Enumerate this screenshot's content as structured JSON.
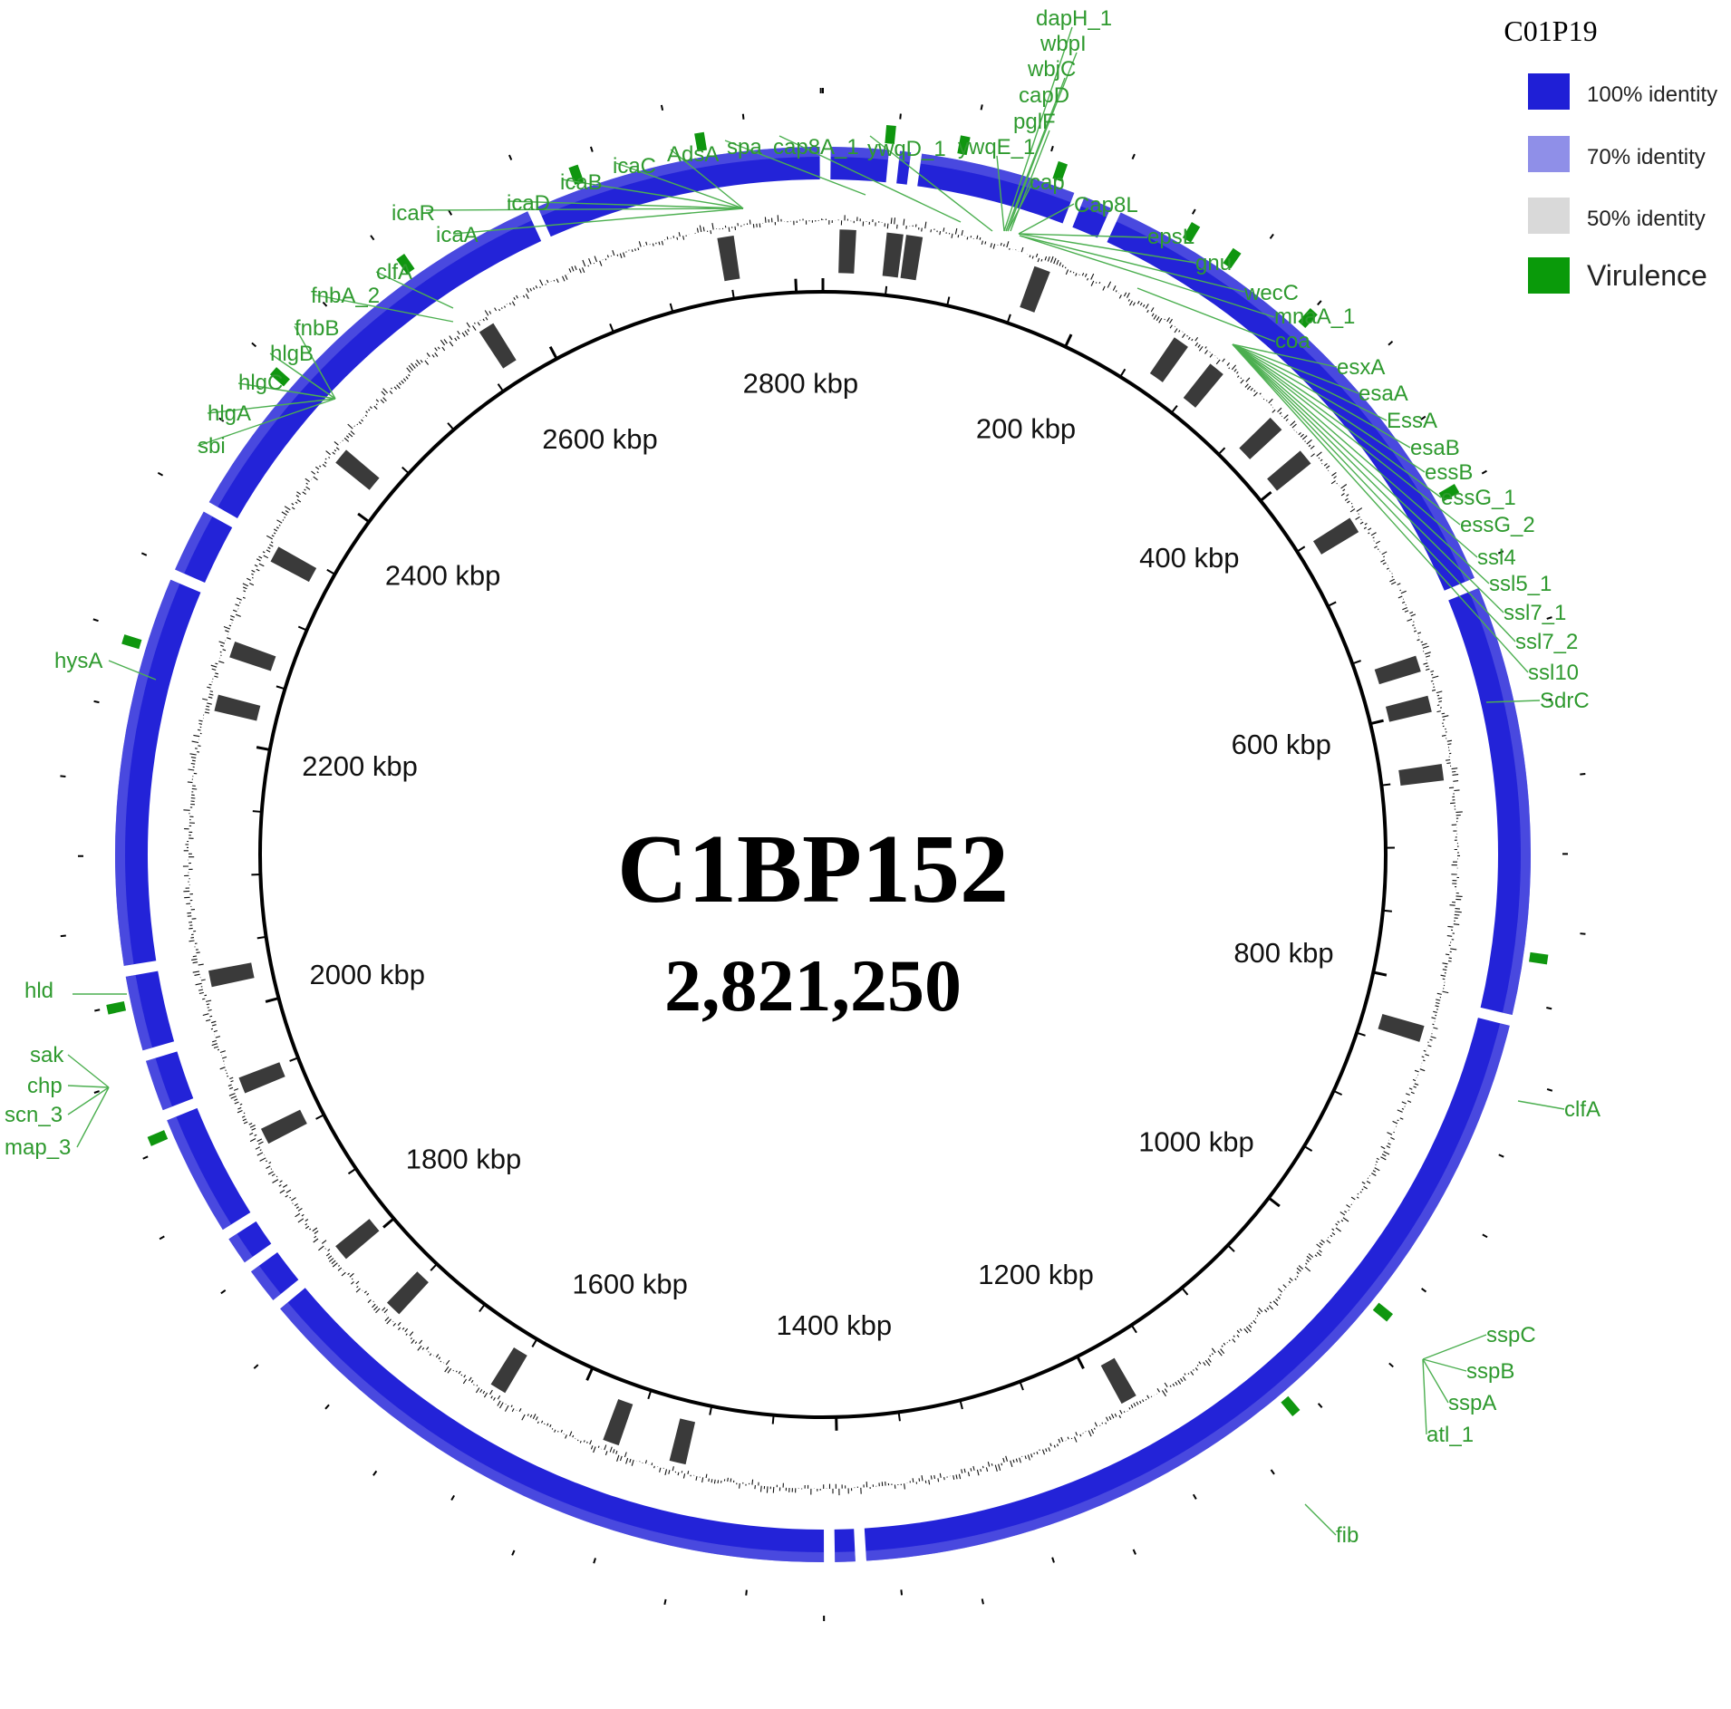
{
  "genome": {
    "name": "C1BP152",
    "length_label": "2,821,250",
    "length_bp": 2821250
  },
  "legend": {
    "title": "C01P19",
    "items": [
      {
        "label": "100% identity",
        "color": "#1f1fd6"
      },
      {
        "label": "70% identity",
        "color": "#8f8fe8"
      },
      {
        "label": "50% identity",
        "color": "#d9d9d9"
      },
      {
        "label": "Virulence",
        "color": "#0a9a0a"
      }
    ]
  },
  "colors": {
    "identity_ring": "#2323d8",
    "identity_ring_light": "#6a6ae6",
    "gc_plot": "#111111",
    "backbone": "#000000",
    "virulence": "#0f960f",
    "callout": "#4caf50"
  },
  "scale_ticks": [
    {
      "label": "200 kbp",
      "kbp": 200
    },
    {
      "label": "400 kbp",
      "kbp": 400
    },
    {
      "label": "600 kbp",
      "kbp": 600
    },
    {
      "label": "800 kbp",
      "kbp": 800
    },
    {
      "label": "1000 kbp",
      "kbp": 1000
    },
    {
      "label": "1200 kbp",
      "kbp": 1200
    },
    {
      "label": "1400 kbp",
      "kbp": 1400
    },
    {
      "label": "1600 kbp",
      "kbp": 1600
    },
    {
      "label": "1800 kbp",
      "kbp": 1800
    },
    {
      "label": "2000 kbp",
      "kbp": 2000
    },
    {
      "label": "2200 kbp",
      "kbp": 2200
    },
    {
      "label": "2400 kbp",
      "kbp": 2400
    },
    {
      "label": "2600 kbp",
      "kbp": 2600
    },
    {
      "label": "2800 kbp",
      "kbp": 2800
    }
  ],
  "identity_gaps_kbp": [
    0,
    44,
    58,
    165,
    190,
    527,
    810,
    1385,
    1405,
    1805,
    1835,
    1860,
    1945,
    1985,
    2040,
    2297,
    2345,
    2630
  ],
  "gc_deviations_kbp": [
    12,
    46,
    60,
    155,
    268,
    300,
    358,
    390,
    450,
    560,
    590,
    640,
    830,
    1175,
    1510,
    1560,
    1650,
    1745,
    1800,
    1900,
    1940,
    2020,
    2220,
    2260,
    2335,
    2420,
    2560,
    2745
  ],
  "virulence_clusters": [
    {
      "name": "cap-cluster",
      "kbp": 150
    },
    {
      "name": "coa-cluster",
      "kbp": 240
    },
    {
      "name": "ess-cluster",
      "kbp": 270
    },
    {
      "name": "ssl-cluster",
      "kbp": 330
    },
    {
      "name": "SdrC",
      "kbp": 470
    },
    {
      "name": "clfA-right",
      "kbp": 770
    },
    {
      "name": "ssp-cluster",
      "kbp": 1013
    },
    {
      "name": "fib",
      "kbp": 1095
    },
    {
      "name": "sak-cluster",
      "kbp": 1935
    },
    {
      "name": "hld",
      "kbp": 2020
    },
    {
      "name": "hysA",
      "kbp": 2250
    },
    {
      "name": "hlg-cluster",
      "kbp": 2440
    },
    {
      "name": "fnb-cluster",
      "kbp": 2545
    },
    {
      "name": "ica-cluster",
      "kbp": 2665
    },
    {
      "name": "spa-group",
      "kbp": 2745
    },
    {
      "name": "ywq-group",
      "kbp": 42
    },
    {
      "name": "cap8A",
      "kbp": 88
    }
  ],
  "gene_labels": {
    "top": [
      "dapH_1",
      "wbpI",
      "wbjC",
      "capD",
      "pglF",
      "ywqE_1",
      "cap",
      "Cap8L",
      "epsL",
      "gnu",
      "wecC",
      "mnaA_1",
      "coa"
    ],
    "top_left": [
      "ywqD_1",
      "cap8A_1",
      "spa",
      "AdsA",
      "icaC",
      "icaB",
      "icaD",
      "icaR",
      "icaA",
      "clfA",
      "fnbA_2",
      "fnbB",
      "hlgB",
      "hlgC",
      "hlgA",
      "sbi"
    ],
    "right": [
      "esxA",
      "esaA",
      "EssA",
      "esaB",
      "essB",
      "essG_1",
      "essG_2",
      "ssl4",
      "ssl5_1",
      "ssl7_1",
      "ssl7_2",
      "ssl10",
      "SdrC",
      "clfA"
    ],
    "bottom_right": [
      "sspC",
      "sspB",
      "sspA",
      "atl_1",
      "fib"
    ],
    "left": [
      "hysA",
      "hld",
      "sak",
      "chp",
      "scn_3",
      "map_3"
    ]
  }
}
